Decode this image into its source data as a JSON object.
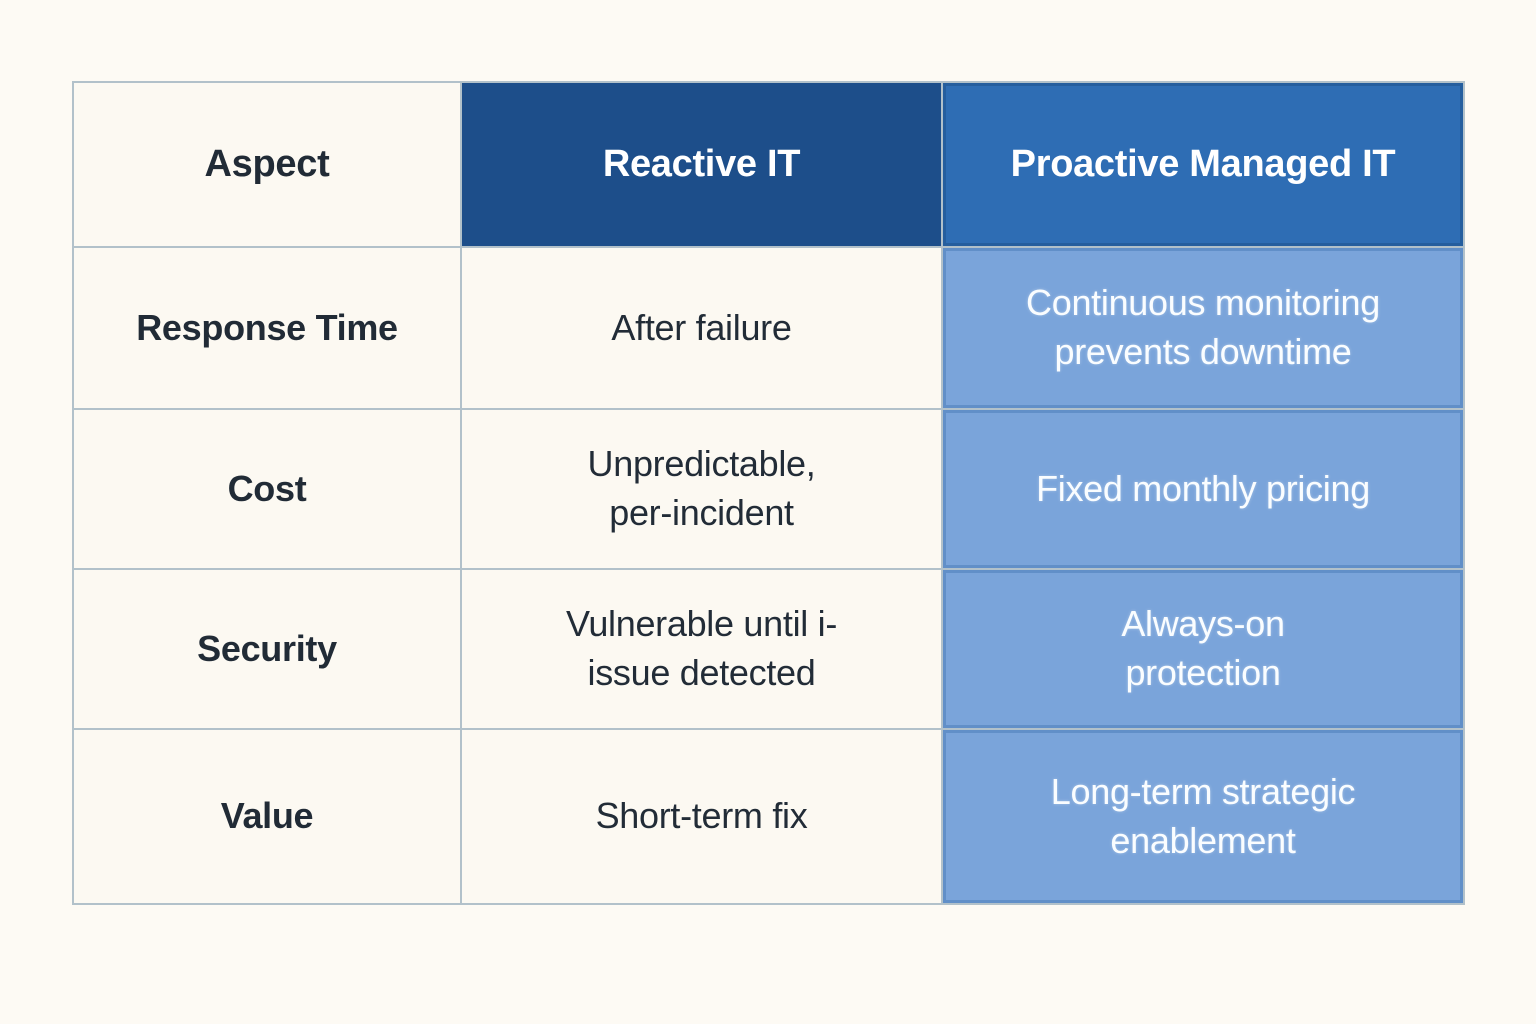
{
  "colors": {
    "page_background": "#fdfaf4",
    "cell_background": "#fcf9f2",
    "grid_border": "#b2c1ca",
    "header_navy": "#1d4e8a",
    "header_blue": "#2e6db4",
    "cell_blue": "#7aa4da",
    "dark_text": "#212b36",
    "light_text": "#ffffff"
  },
  "table": {
    "headers": [
      {
        "label": "Aspect"
      },
      {
        "label": "Reactive IT"
      },
      {
        "label": "Proactive Managed IT"
      }
    ],
    "rows": [
      {
        "aspect": "Response Time",
        "reactive": "After failure",
        "proactive": "Continuous monitoring\nprevents downtime"
      },
      {
        "aspect": "Cost",
        "reactive": "Unpredictable,\nper-incident",
        "proactive": "Fixed monthly pricing"
      },
      {
        "aspect": "Security",
        "reactive": "Vulnerable until i-\nissue detected",
        "proactive": "Always-on\nprotection"
      },
      {
        "aspect": "Value",
        "reactive": "Short-term fix",
        "proactive": "Long-term strategic\nenablement"
      }
    ]
  },
  "chart_data": {
    "type": "table",
    "columns": [
      "Aspect",
      "Reactive IT",
      "Proactive Managed IT"
    ],
    "rows": [
      [
        "Response Time",
        "After failure",
        "Continuous monitoring prevents downtime"
      ],
      [
        "Cost",
        "Unpredictable, per-incident",
        "Fixed monthly pricing"
      ],
      [
        "Security",
        "Vulnerable until i-issue detected",
        "Always-on protection"
      ],
      [
        "Value",
        "Short-term fix",
        "Long-term strategic enablement"
      ]
    ]
  }
}
